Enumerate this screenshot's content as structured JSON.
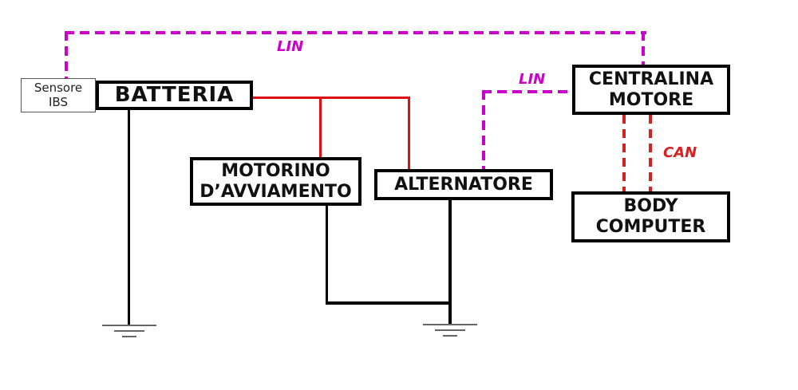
{
  "nodes": {
    "sensore_ibs": {
      "line1": "Sensore",
      "line2": "IBS"
    },
    "batteria": {
      "label": "BATTERIA"
    },
    "motorino": {
      "line1": "MOTORINO",
      "line2": "D’AVVIAMENTO"
    },
    "alternatore": {
      "label": "ALTERNATORE"
    },
    "centralina_motore": {
      "line1": "CENTRALINA",
      "line2": "MOTORE"
    },
    "body_computer": {
      "line1": "BODY",
      "line2": "COMPUTER"
    }
  },
  "bus_labels": {
    "lin_battery_bus": "LIN",
    "lin_alternator_bus": "LIN",
    "can_bus": "CAN"
  },
  "colors": {
    "lin_bus": "#cc00cc",
    "can_bus": "#d42222",
    "power_line": "#dd1111",
    "wire": "#000000",
    "ground_symbol": "#666666"
  }
}
